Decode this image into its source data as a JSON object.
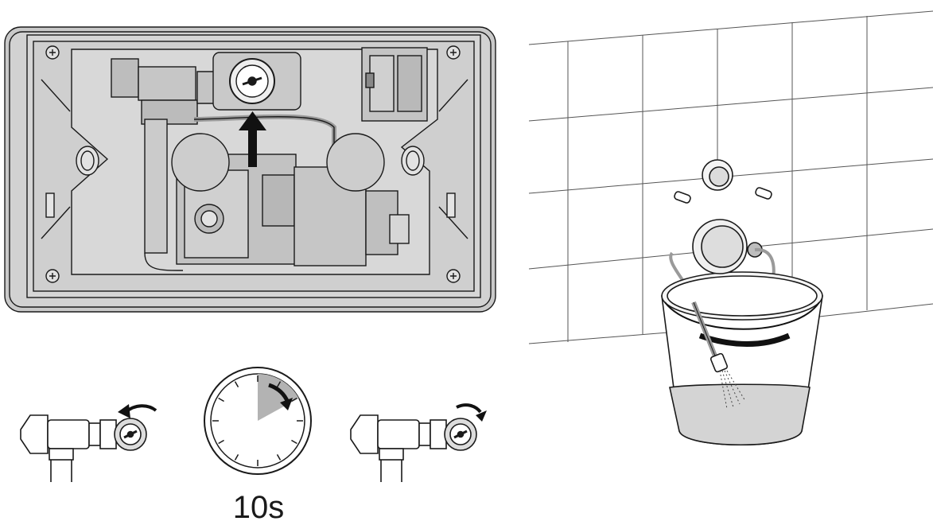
{
  "timer": {
    "label": "10s",
    "wait_seconds": 10,
    "sector_fraction": 0.17
  },
  "colors": {
    "panel_fill": "#cfcfcf",
    "panel_inner": "#dadada",
    "line": "#1a1a1a",
    "arrow": "#111111",
    "sector": "#b3b3b3",
    "water": "#d4d4d4",
    "tile_line": "#555555"
  },
  "icons": {
    "valve_close": "valve-close-icon",
    "valve_open": "valve-open-icon",
    "timer": "timer-icon",
    "bucket": "bucket-icon",
    "hose": "hose-icon",
    "flush_cistern": "cistern-panel-icon",
    "up_arrow": "up-arrow-icon"
  }
}
